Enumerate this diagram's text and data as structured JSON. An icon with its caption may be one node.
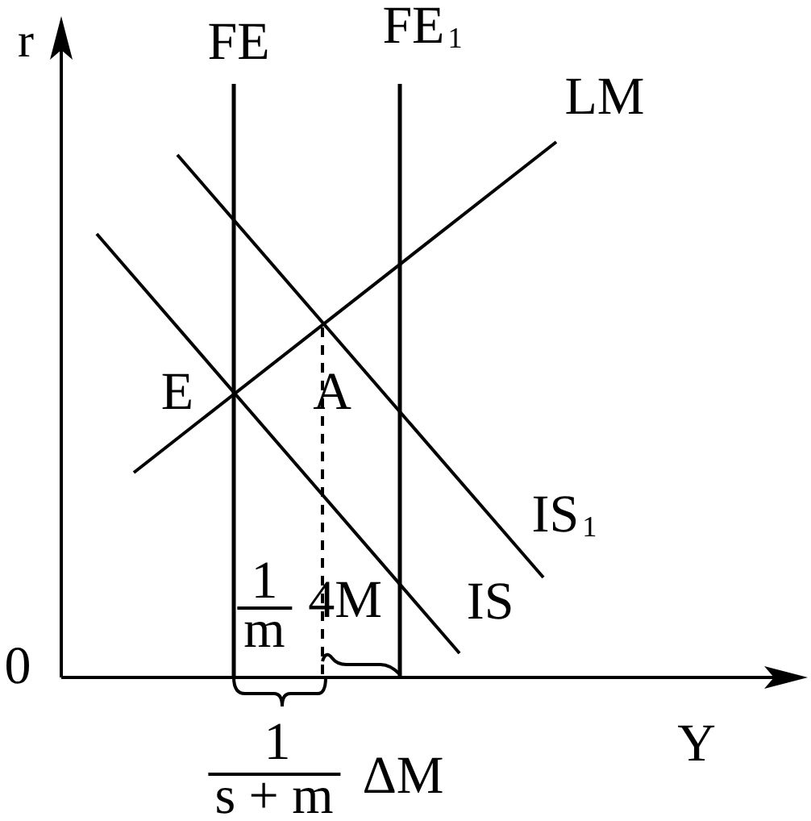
{
  "diagram": {
    "labels": [
      "r",
      "FE",
      "FE$_{1}$",
      "LM",
      "E",
      "A",
      "IS$_{1}$",
      "1",
      "m",
      "4M",
      "IS",
      "0",
      "1",
      "Y",
      "s + m",
      "ΔM"
    ]
  }
}
